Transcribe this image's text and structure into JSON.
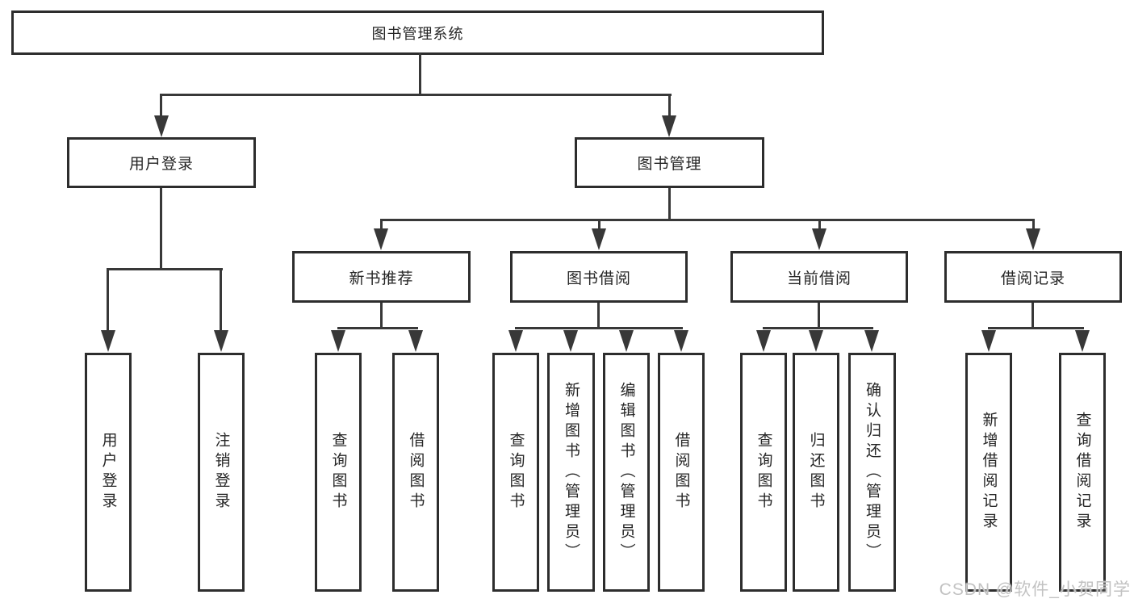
{
  "colors": {
    "line": "#383838",
    "border": "#2d2d2d",
    "fill": "#ffffff",
    "text": "#262626",
    "watermark": "#c2c2c2",
    "background": "#ffffff"
  },
  "nodes": {
    "root": "图书管理系统",
    "l2": [
      "用户登录",
      "图书管理"
    ],
    "l3": [
      "新书推荐",
      "图书借阅",
      "当前借阅",
      "借阅记录"
    ],
    "leaves_login": [
      "用户登录",
      "注销登录"
    ],
    "leaves_newbook": [
      "查询图书",
      "借阅图书"
    ],
    "leaves_borrow": [
      "查询图书",
      "新增图书（管理员）",
      "编辑图书（管理员）",
      "借阅图书"
    ],
    "leaves_current": [
      "查询图书",
      "归还图书",
      "确认归还（管理员）"
    ],
    "leaves_record": [
      "新增借阅记录",
      "查询借阅记录"
    ]
  },
  "watermark": "CSDN @软件_小贺同学"
}
